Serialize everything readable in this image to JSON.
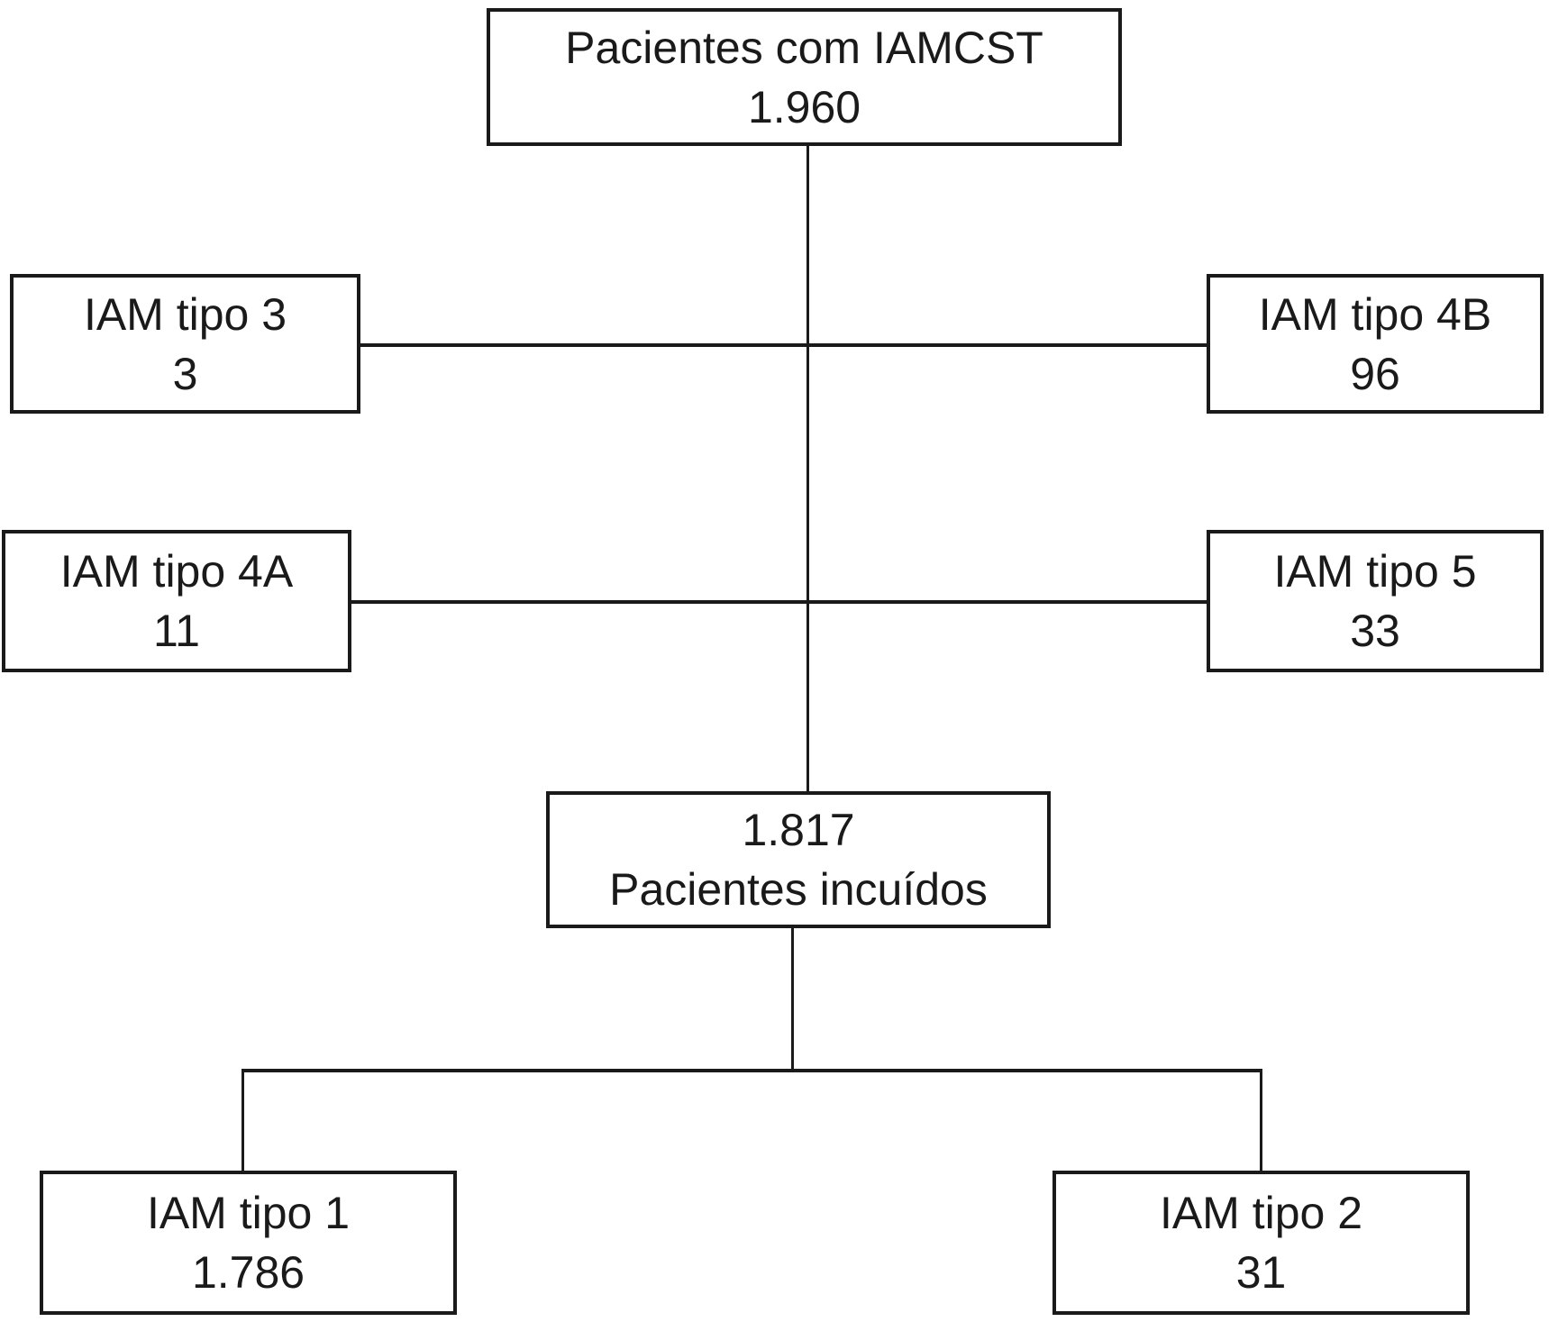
{
  "diagram": {
    "type": "patient-flowchart",
    "background_color": "#ffffff",
    "line_color": "#1a1a1a",
    "nodes": {
      "root": {
        "line1": "Pacientes com IAMCST",
        "line2": "1.960"
      },
      "tipo3": {
        "line1": "IAM tipo 3",
        "line2": "3"
      },
      "tipo4b": {
        "line1": "IAM tipo 4B",
        "line2": "96"
      },
      "tipo4a": {
        "line1": "IAM tipo 4A",
        "line2": "11"
      },
      "tipo5": {
        "line1": "IAM tipo 5",
        "line2": "33"
      },
      "included": {
        "line1": "1.817",
        "line2": "Pacientes incuídos"
      },
      "tipo1": {
        "line1": "IAM tipo 1",
        "line2": "1.786"
      },
      "tipo2": {
        "line1": "IAM tipo 2",
        "line2": "31"
      }
    },
    "edges": [
      {
        "from": "root",
        "to": "tipo3"
      },
      {
        "from": "root",
        "to": "tipo4b"
      },
      {
        "from": "root",
        "to": "tipo4a"
      },
      {
        "from": "root",
        "to": "tipo5"
      },
      {
        "from": "root",
        "to": "included"
      },
      {
        "from": "included",
        "to": "tipo1"
      },
      {
        "from": "included",
        "to": "tipo2"
      }
    ]
  }
}
